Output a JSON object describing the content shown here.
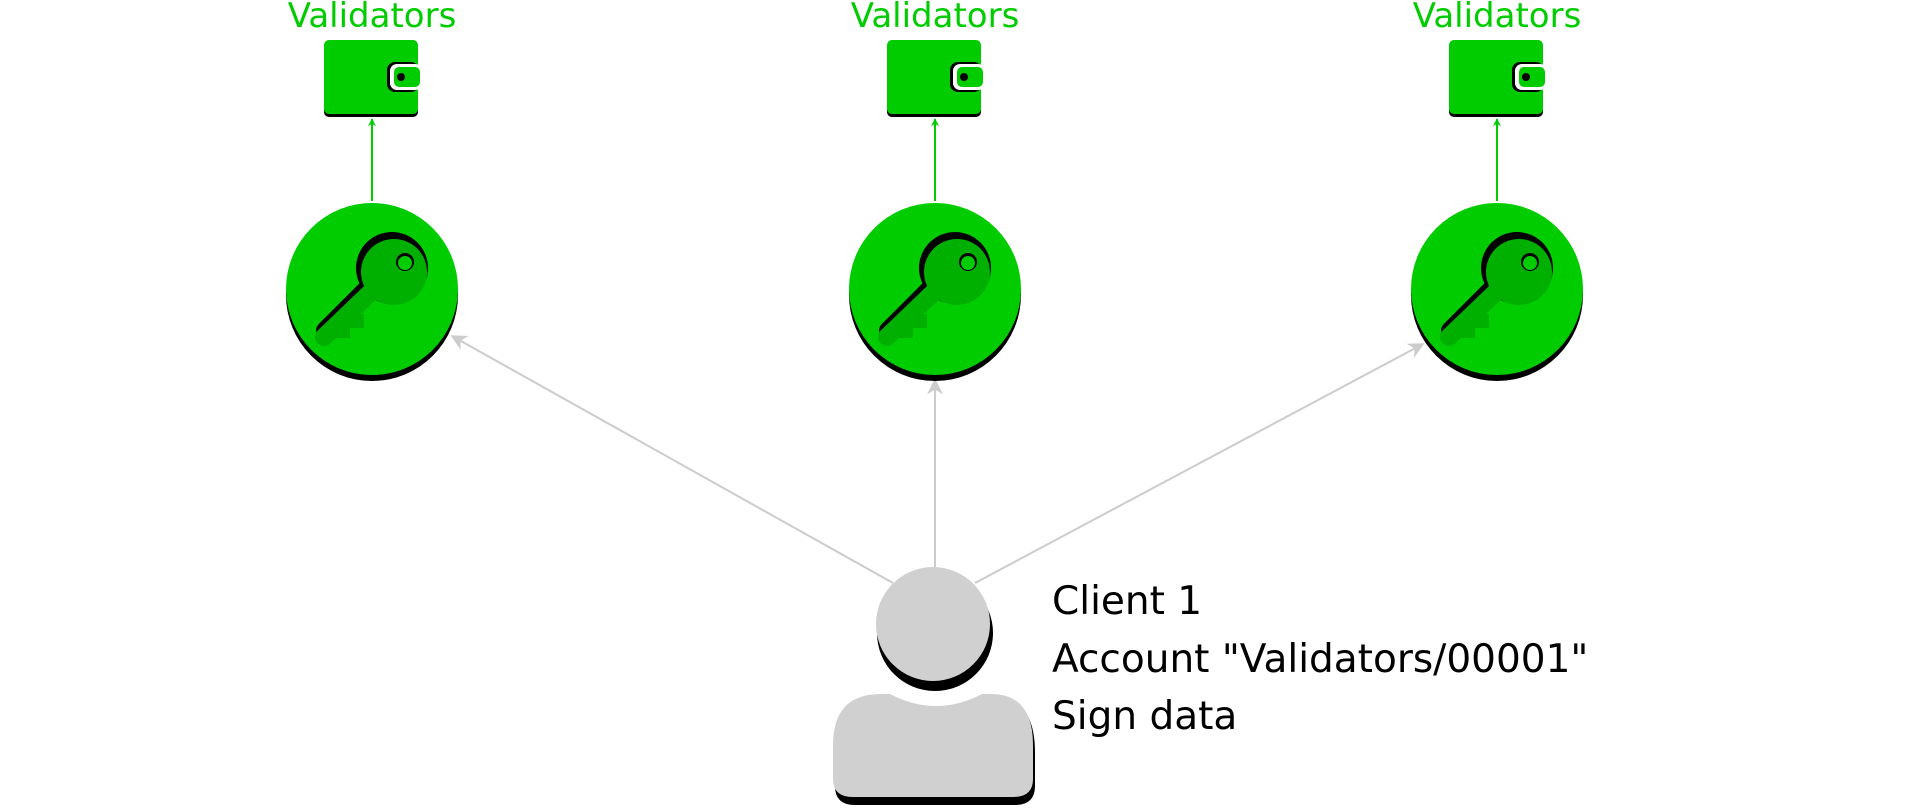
{
  "colors": {
    "background": "#ffffff",
    "accent": "#00cc00",
    "shadow": "#000000",
    "client": "#d0d0d0",
    "connector": "#cccccc"
  },
  "nodes": [
    {
      "label": "Validators",
      "wallet_icon": "wallet-icon",
      "key_icon": "key-icon"
    },
    {
      "label": "Validators",
      "wallet_icon": "wallet-icon",
      "key_icon": "key-icon"
    },
    {
      "label": "Validators",
      "wallet_icon": "wallet-icon",
      "key_icon": "key-icon"
    }
  ],
  "client": {
    "icon": "user-icon",
    "lines": [
      "Client 1",
      "Account \"Validators/00001\"",
      "Sign data"
    ]
  }
}
